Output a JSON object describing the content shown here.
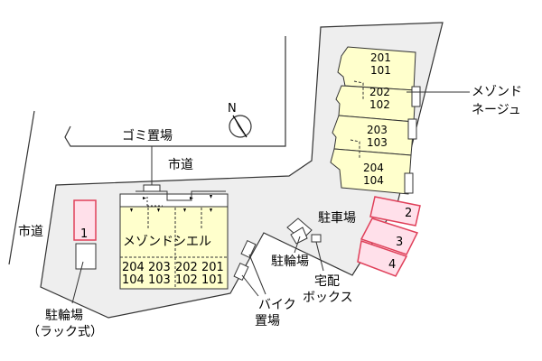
{
  "labels": {
    "city_road_top": "市道",
    "city_road_left": "市道",
    "garbage": "ゴミ置場",
    "parking": "駐車場",
    "bicycle": "駐輪場",
    "bicycle_rack_1": "駐輪場",
    "bicycle_rack_2": "（ラック式）",
    "delivery_1": "宅配",
    "delivery_2": "ボックス",
    "bike_1": "バイク",
    "bike_2": "置場",
    "building_right_1": "メゾンド",
    "building_right_2": "ネージュ",
    "building_left": "メゾンドシエル",
    "north": "N"
  },
  "right_building_units": [
    {
      "upper": "201",
      "lower": "101"
    },
    {
      "upper": "202",
      "lower": "102"
    },
    {
      "upper": "203",
      "lower": "103"
    },
    {
      "upper": "204",
      "lower": "104"
    }
  ],
  "left_building_units": [
    {
      "upper": "204",
      "lower": "104"
    },
    {
      "upper": "203",
      "lower": "103"
    },
    {
      "upper": "202",
      "lower": "102"
    },
    {
      "upper": "201",
      "lower": "101"
    }
  ],
  "parking_spaces": [
    "1",
    "2",
    "3",
    "4"
  ],
  "colors": {
    "site": "#eeeeee",
    "building": "#ffffcc",
    "parking_fill": "#ffe0ea",
    "parking_stroke": "#e0405a",
    "outline": "#333333"
  }
}
